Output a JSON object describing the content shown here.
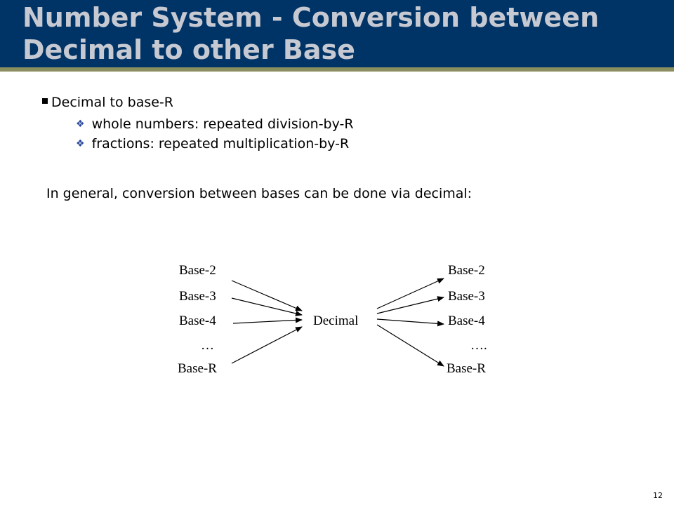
{
  "slide": {
    "title": "Number System - Conversion between Decimal to other Base",
    "bullets": {
      "main": "Decimal to base-R",
      "sub": [
        "whole numbers: repeated division-by-R",
        "fractions: repeated multiplication-by-R"
      ]
    },
    "general_text": "In general, conversion between bases can be done via decimal:",
    "diagram": {
      "left": [
        "Base-2",
        "Base-3",
        "Base-4",
        "…",
        "Base-R"
      ],
      "center": "Decimal",
      "right": [
        "Base-2",
        "Base-3",
        "Base-4",
        "….",
        "Base-R"
      ]
    },
    "page_number": "12"
  },
  "colors": {
    "header_bg": "#003366",
    "header_rule": "#8a8f5f",
    "title_text": "#c6c9d1",
    "bullet_diamond": "#2e4a9e"
  }
}
